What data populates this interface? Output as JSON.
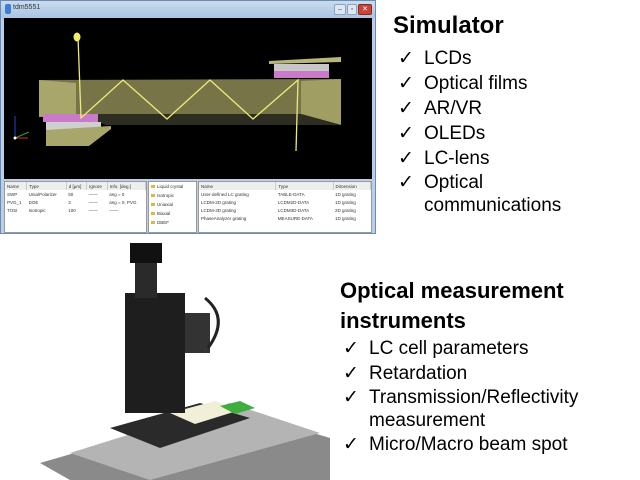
{
  "window": {
    "title": "tdm5551",
    "buttons": {
      "minimize": "–",
      "maximize": "▫",
      "close": "✕"
    }
  },
  "layer_table": {
    "headers": [
      "Name",
      "Type",
      "d [µm]",
      "Ignore",
      "Info. [deg.]"
    ],
    "rows": [
      [
        "SWP",
        "Unia/Polarizer",
        "50",
        "——",
        "ang = 0"
      ],
      [
        "PVG_1",
        "DOE",
        "3",
        "——",
        "ang = 0, PVG"
      ],
      [
        "TOSI",
        "Isotropic",
        "100",
        "——",
        "——"
      ]
    ]
  },
  "material_tree": [
    "Liquid crystal",
    "Isotropic",
    "Uniaxial",
    "Biaxial",
    "DBEF"
  ],
  "grating_table": {
    "headers": [
      "Name",
      "Type",
      "Dimension"
    ],
    "rows": [
      [
        "User-defined LC grating",
        "TABLE-DATA",
        "1D grating"
      ],
      [
        "LCDM-2D grating",
        "LCDM2D-DATA",
        "1D grating"
      ],
      [
        "LCDM-3D grating",
        "LCDM3D-DATA",
        "2D grating"
      ],
      [
        "PhaseAnalyzer grating",
        "MEASURE-DATA",
        "1D grating"
      ]
    ]
  },
  "simulator": {
    "title": "Simulator",
    "items": [
      "LCDs",
      "Optical films",
      "AR/VR",
      "OLEDs",
      "LC-lens",
      "Optical communications"
    ]
  },
  "measurement": {
    "title_line1": "Optical measurement",
    "title_line2": "instruments",
    "items": [
      "LC cell parameters",
      "Retardation",
      "Transmission/Reflectivity measurement",
      "Micro/Macro beam spot"
    ]
  },
  "check": "✓"
}
